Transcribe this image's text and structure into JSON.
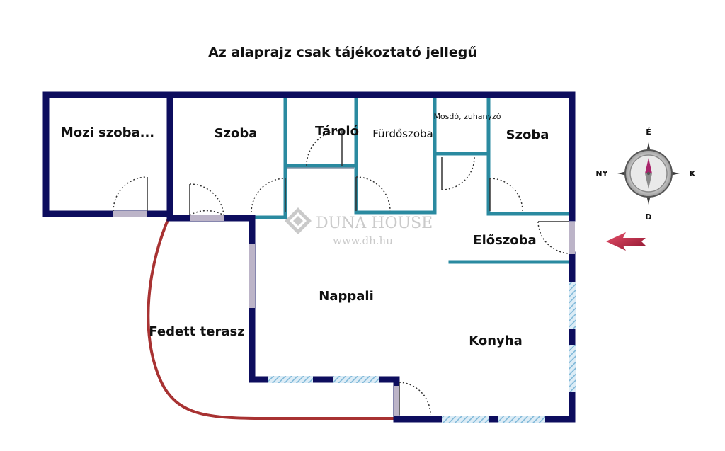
{
  "title": "Az alaprajz csak tájékoztató jellegű",
  "rooms": {
    "mozi": "Mozi szoba...",
    "szoba1": "Szoba",
    "tarolo": "Tároló",
    "furdoszoba": "Fürdőszoba",
    "mosdo": "Mosdó, zuhanyzó",
    "szoba2": "Szoba",
    "eloszoba": "Előszoba",
    "nappali": "Nappali",
    "konyha": "Konyha",
    "terasz": "Fedett terasz"
  },
  "watermark": {
    "brand": "DUNA HOUSE",
    "url": "www.dh.hu"
  },
  "compass": {
    "north": "É",
    "south": "D",
    "east": "K",
    "west": "NY"
  },
  "colors": {
    "wall": "#0d0d5e",
    "inner_wall": "#2a8aa0",
    "terrace_outline": "#a83232",
    "window_hatch": "#7fb8d8",
    "entrance_arrow": "#c0283c"
  }
}
